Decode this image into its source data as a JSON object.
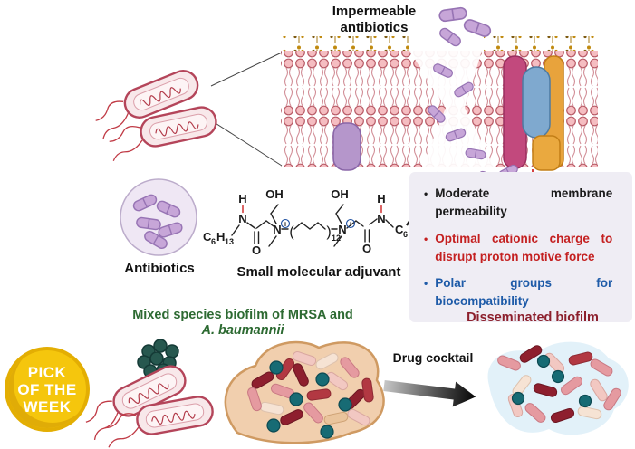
{
  "header": {
    "impermeable_label": "Impermeable\nantibiotics"
  },
  "left": {
    "antibiotics_label": "Antibiotics"
  },
  "adjuvant": {
    "label": "Small molecular adjuvant",
    "oh": "OH",
    "h_amide": "H",
    "n_amide": "N",
    "o_carbonyl": "O",
    "n_quat": "N",
    "plus": "+",
    "paren_open": "(",
    "paren_close": ")",
    "repeat": "12",
    "formula_c": "C",
    "formula_6": "6",
    "formula_h": "H",
    "formula_13": "13"
  },
  "info_panel": {
    "bullet_char": "•",
    "bullets": [
      {
        "text": "Moderate membrane permeability",
        "color": "#1b1b1b"
      },
      {
        "text": "Optimal cationic charge to disrupt proton motive force",
        "color": "#c42020"
      },
      {
        "text": "Polar groups for biocompatibility",
        "color": "#1e5ba8"
      }
    ]
  },
  "bottom": {
    "mixed_biofilm_line1": "Mixed species biofilm of MRSA and",
    "mixed_biofilm_line2": "A. baumannii",
    "drug_cocktail_label": "Drug cocktail",
    "disseminated_label": "Disseminated biofilm"
  },
  "badge": {
    "line1": "PICK",
    "line2": "OF THE",
    "line3": "WEEK"
  },
  "colors": {
    "badge_yellow": "#f5c60d",
    "membrane_head_pink": "#f5bdc1",
    "pill_purple": "#c7a6d8",
    "bacteria_outline_red": "#b4455a",
    "biofilm_teal": "#176b74",
    "mixed_label_green": "#2d6a32",
    "disseminated_red": "#8c1f2c",
    "bullet_red": "#c42020",
    "bullet_blue": "#1e5ba8"
  }
}
